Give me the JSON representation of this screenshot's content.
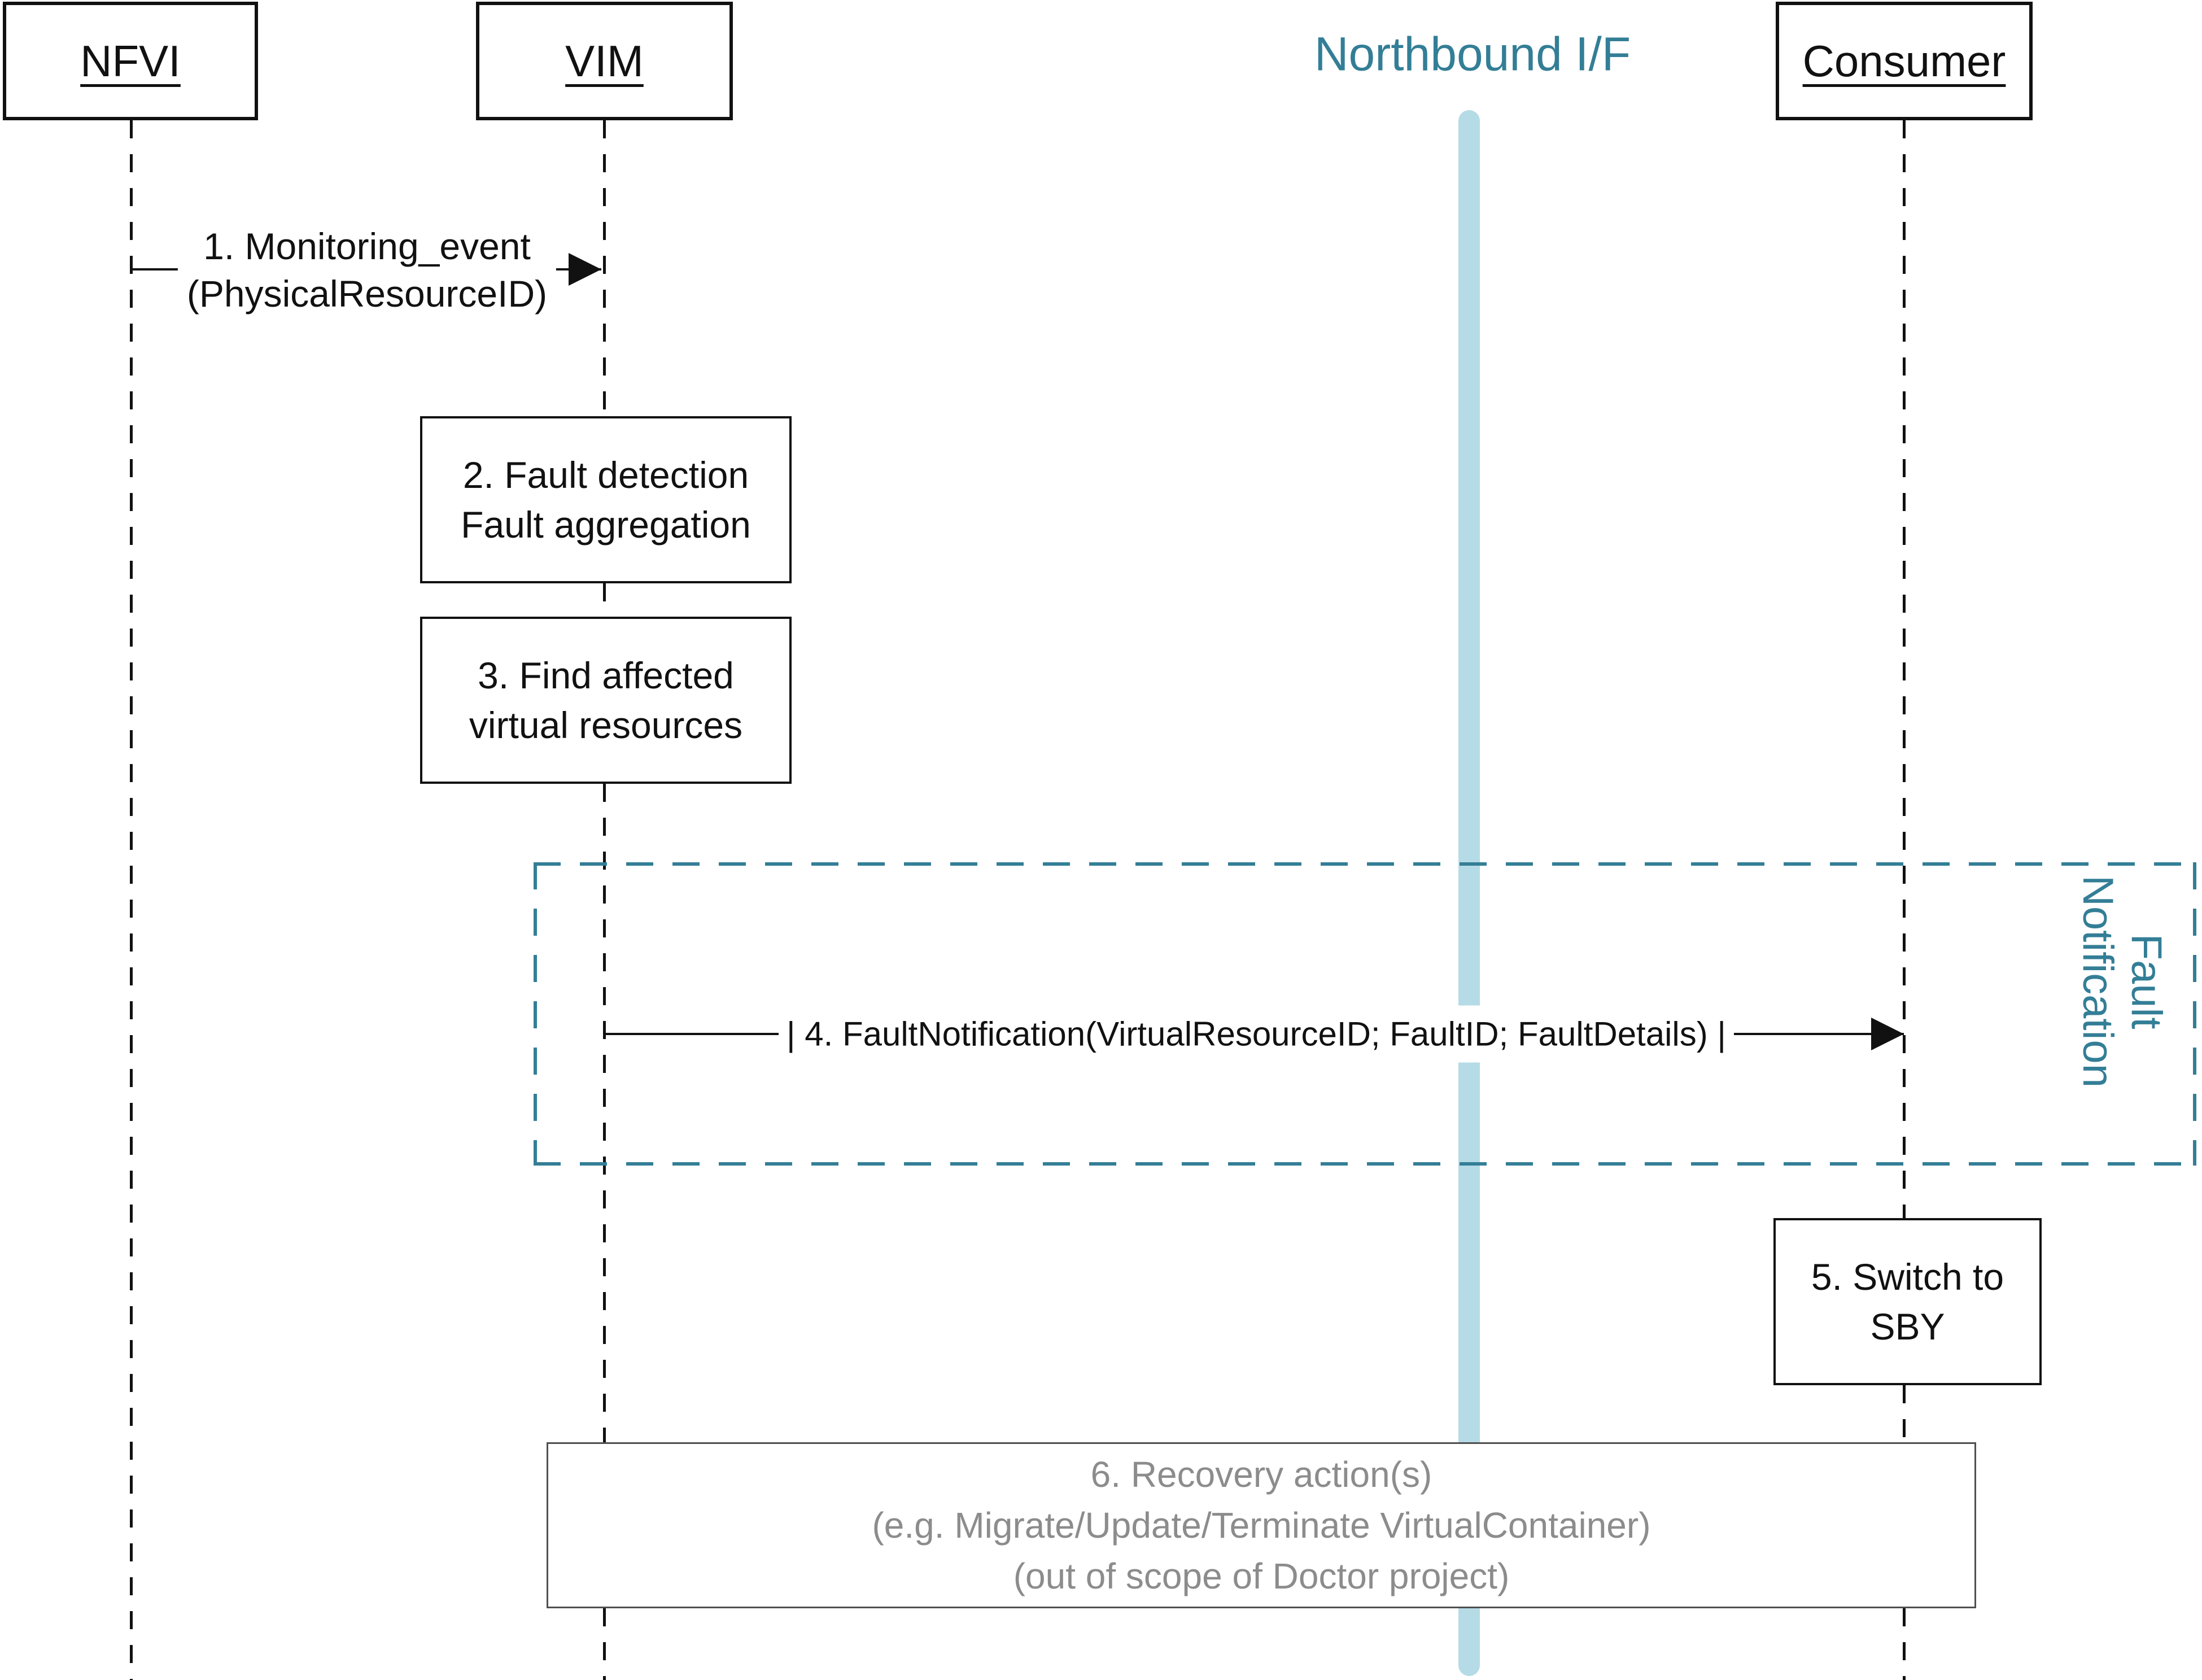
{
  "diagram": {
    "actors": [
      {
        "label": "NFVI"
      },
      {
        "label": "VIM"
      },
      {
        "label": "Consumer"
      }
    ],
    "northbound": {
      "title": "Northbound I/F"
    },
    "message1": {
      "line1": "1. Monitoring_event",
      "line2": "(PhysicalResourceID)"
    },
    "message4": {
      "label": "| 4. FaultNotification(VirtualResourceID; FaultID; FaultDetails) |"
    },
    "box2": {
      "line1": "2. Fault detection",
      "line2": "Fault aggregation"
    },
    "box3": {
      "line1": "3. Find affected",
      "line2": "virtual resources"
    },
    "box5": {
      "line1": "5. Switch to",
      "line2": "SBY"
    },
    "box6": {
      "line1": "6. Recovery action(s)",
      "line2": "(e.g. Migrate/Update/Terminate VirtualContainer)",
      "line3": "(out of scope of Doctor project)"
    },
    "frame": {
      "line1": "Fault",
      "line2": "Notification"
    },
    "colors": {
      "teal": "#337E96",
      "light_blue": "#B5DBE6",
      "gray_text": "#8C8C8C",
      "black": "#111111"
    }
  }
}
